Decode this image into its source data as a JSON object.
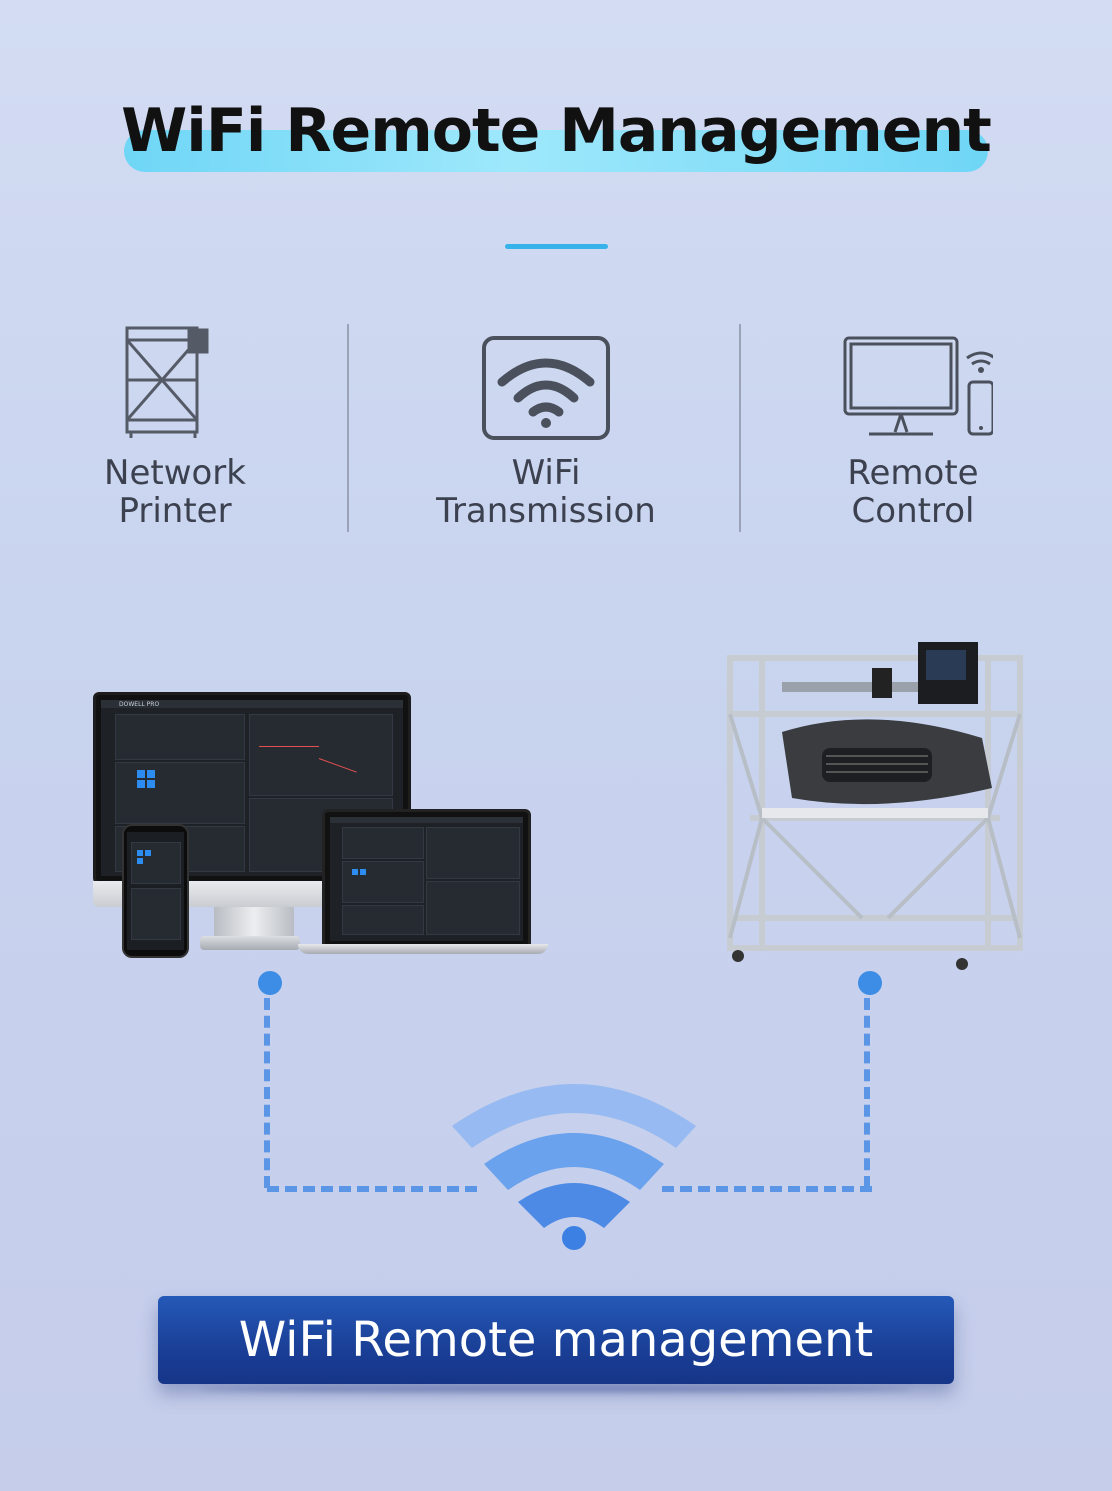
{
  "header": {
    "title": "WiFi Remote Management"
  },
  "features": [
    {
      "icon": "printer-icon",
      "label": "Network\nPrinter"
    },
    {
      "icon": "wifi-icon",
      "label": "WiFi\nTransmission"
    },
    {
      "icon": "remote-control-icon",
      "label": "Remote\nControl"
    }
  ],
  "devices": {
    "software_brand": "DOWELL PRO"
  },
  "banner": {
    "text": "WiFi Remote management"
  },
  "colors": {
    "accent": "#35b3ea",
    "highlight": "#6fd6f6",
    "connection": "#3d8de6",
    "banner": "#1a3f96"
  }
}
